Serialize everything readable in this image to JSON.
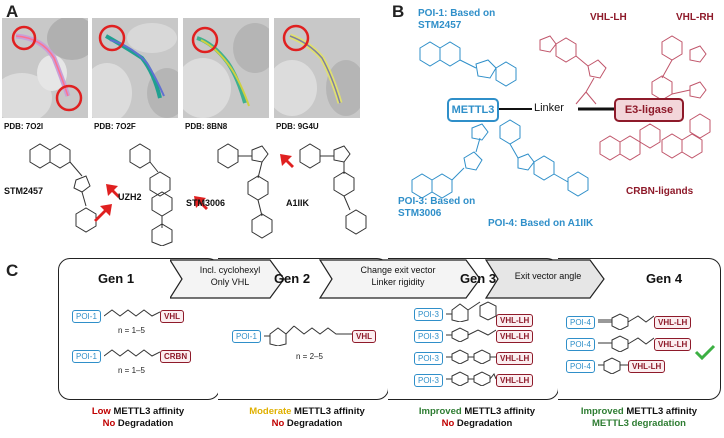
{
  "panels": {
    "a": "A",
    "b": "B",
    "c": "C"
  },
  "panel_a": {
    "pdb_labels": [
      "PDB: 7O2I",
      "PDB: 7O2F",
      "PDB: 8BN8",
      "PDB: 9G4U"
    ],
    "compounds": [
      "STM2457",
      "UZH2",
      "STM3006",
      "A1IIK"
    ]
  },
  "panel_b": {
    "poi1": "POI-1: Based on STM2457",
    "vhl_lh": "VHL-LH",
    "vhl_rh": "VHL-RH",
    "mettl3": "METTL3",
    "linker": "Linker",
    "e3": "E3-ligase",
    "poi3": "POI-3: Based on STM3006",
    "poi4": "POI-4: Based on A1IIK",
    "crbn": "CRBN-ligands"
  },
  "panel_c": {
    "gens": [
      "Gen 1",
      "Gen 2",
      "Gen 3",
      "Gen 4"
    ],
    "arrows": [
      [
        "Incl. cyclohexyl",
        "Only VHL"
      ],
      [
        "Change exit vector",
        "Linker rigidity"
      ],
      [
        "Exit vector angle"
      ]
    ],
    "gen1": {
      "row1": {
        "poi": "POI-1",
        "lig": "VHL",
        "n": "n = 1–5"
      },
      "row2": {
        "poi": "POI-1",
        "lig": "CRBN",
        "n": "n = 1–5"
      }
    },
    "gen2": {
      "poi": "POI-1",
      "lig": "VHL",
      "n": "n = 2–5"
    },
    "gen3": {
      "rows": [
        {
          "poi": "POI-3",
          "lig": ""
        },
        {
          "poi": "POI-3",
          "lig": "VHL-LH"
        },
        {
          "poi": "POI-3",
          "lig": "VHL-LH"
        },
        {
          "poi": "POI-3",
          "lig": "VHL-LH"
        }
      ],
      "top_lig": "VHL-LH"
    },
    "gen4": {
      "rows": [
        {
          "poi": "POI-4",
          "lig": "VHL-LH"
        },
        {
          "poi": "POI-4",
          "lig": "VHL-LH"
        },
        {
          "poi": "POI-4",
          "lig": "VHL-LH"
        }
      ]
    },
    "results": [
      {
        "a1": "Low",
        "a2": " METTL3 affinity",
        "b1": "No",
        "b2": " Degradation"
      },
      {
        "a1": "Moderate",
        "a2": " METTL3 affinity",
        "b1": "No",
        "b2": " Degradation"
      },
      {
        "a1": "Improved",
        "a2": " METTL3 affinity",
        "b1": "No",
        "b2": " Degradation"
      },
      {
        "a1": "Improved",
        "a2": " METTL3 affinity",
        "b1": "METTL3 degradation",
        "b2": ""
      }
    ]
  }
}
